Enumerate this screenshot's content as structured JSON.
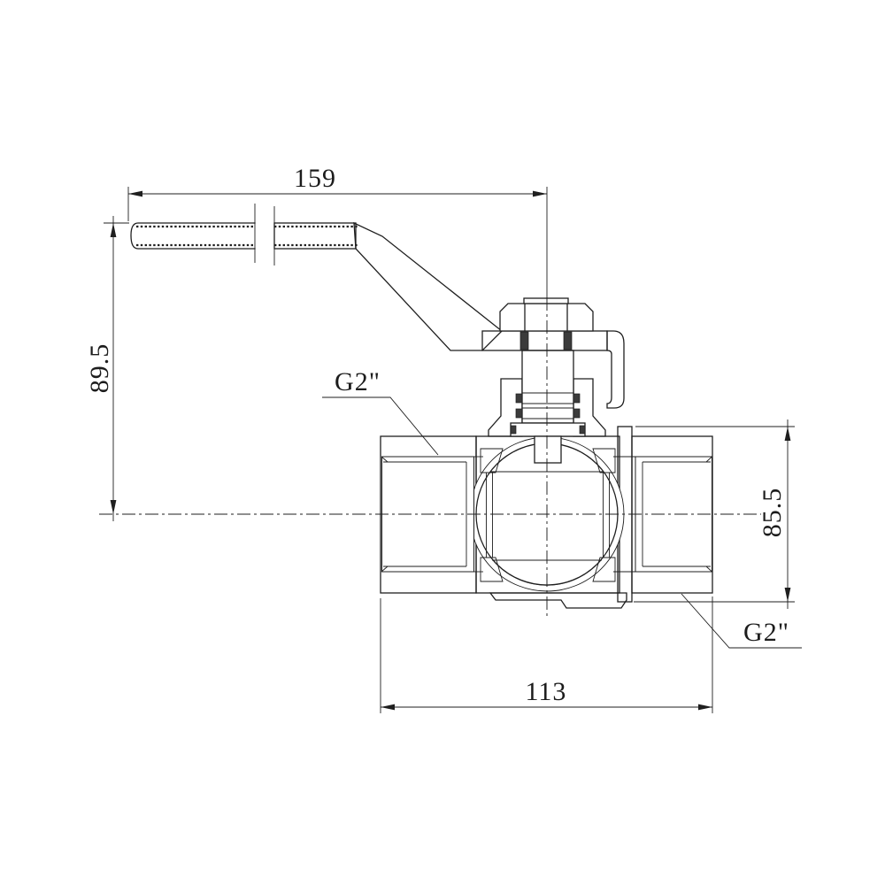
{
  "drawing": {
    "background": "#ffffff",
    "line_color": "#1f1f1f",
    "dimensions": {
      "handle_length": "159",
      "handle_height": "89.5",
      "body_height": "85.5",
      "body_length": "113"
    },
    "labels": {
      "left_port_thread": "G2\"",
      "right_port_thread": "G2\""
    }
  }
}
